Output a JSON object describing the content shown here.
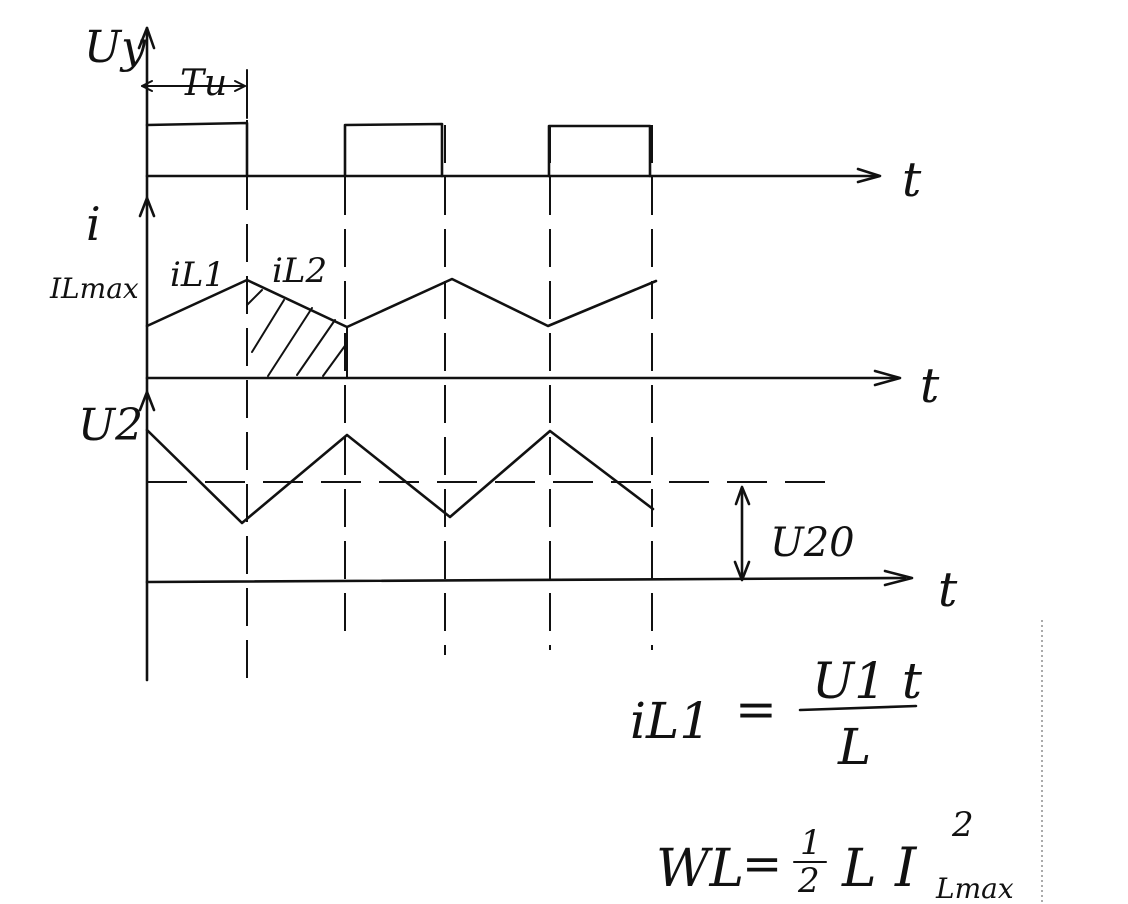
{
  "axes": {
    "uy_label": "Uy",
    "i_label": "i",
    "u2_label": "U2",
    "t_label": "t"
  },
  "annotations": {
    "pulse_width": "Tu",
    "i_lmax": "ILmax",
    "i_l1": "iL1",
    "i_l2": "iL2",
    "u20": "U20"
  },
  "formulas": {
    "f1_lhs": "iL1",
    "f1_eq": "=",
    "f1_num": "U1 t",
    "f1_den": "L",
    "f2_lhs": "WL",
    "f2_eq": "=",
    "f2_frac_num": "1",
    "f2_frac_den": "2",
    "f2_L": "L",
    "f2_I": "I",
    "f2_sub": "Lmax",
    "f2_exp": "2"
  },
  "colors": {
    "ink": "#111111",
    "paper": "#ffffff"
  }
}
